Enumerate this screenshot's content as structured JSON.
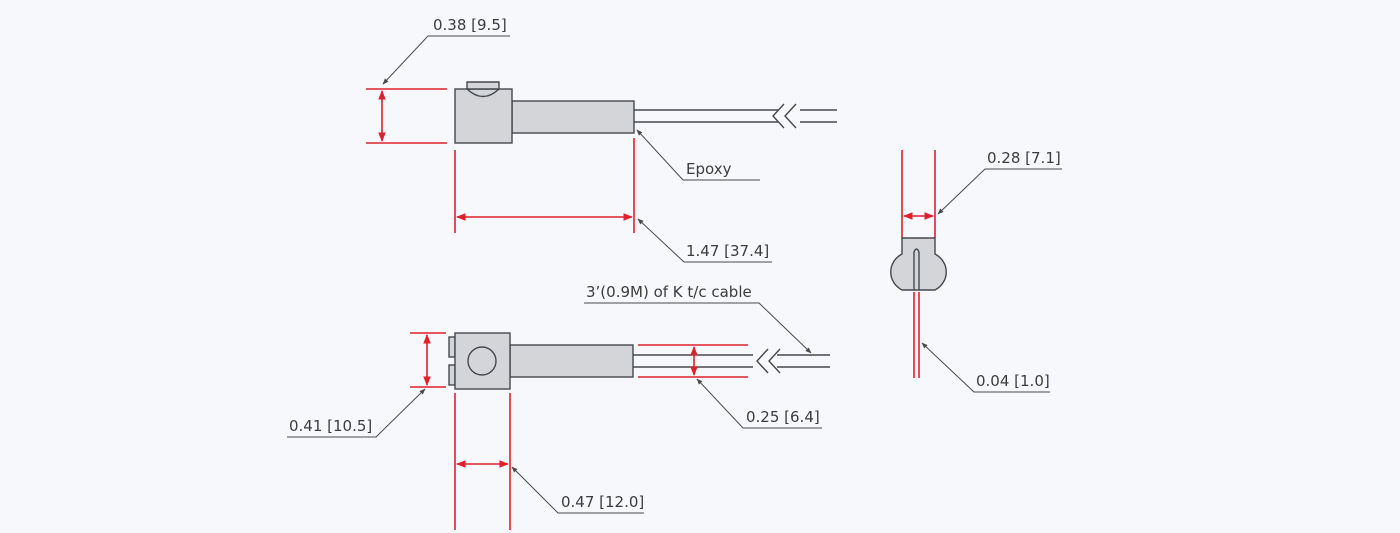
{
  "colors": {
    "background": "#f7f8fb",
    "part_fill": "#d3d5d9",
    "part_stroke": "#45484d",
    "dimension_line": "#e0202c",
    "leader_line": "#4a4a4a",
    "label_text": "#3c3c3c"
  },
  "labels": {
    "tip_height": "0.38 [9.5]",
    "epoxy": "Epoxy",
    "overall_length": "1.47 [37.4]",
    "end_width": "0.28 [7.1]",
    "cable": "3’(0.9M) of K t/c cable",
    "slot_width": "0.04 [1.0]",
    "block_height": "0.41 [10.5]",
    "cable_diameter": "0.25 [6.4]",
    "block_width": "0.47 [12.0]"
  }
}
